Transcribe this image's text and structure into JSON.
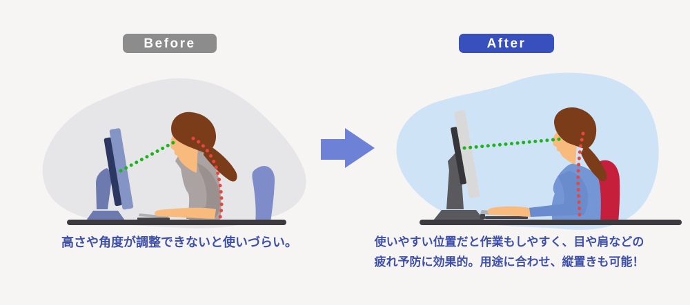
{
  "before": {
    "badge_label": "Before",
    "caption": "高さや角度が調整できないと使いづらい。"
  },
  "after": {
    "badge_label": "After",
    "caption_line1": "使いやすい位置だと作業もしやすく、目や肩などの",
    "caption_line2": "疲れ予防に効果的。用途に合わせ、縦置きも可能！"
  },
  "icons": {
    "arrow": "right-arrow-icon"
  },
  "colors": {
    "page_bg": "#f6f5f4",
    "before_badge_bg": "#8c8c8c",
    "after_badge_bg": "#3750bd",
    "badge_text": "#ffffff",
    "caption_text": "#3e4fa9",
    "arrow": "#6d82d6",
    "blob_before": "#e6e5e8",
    "blob_after": "#cfe3f7",
    "desk": "#3c3a3e",
    "skin": "#f9bb7d",
    "hair": "#7b3c1a",
    "shirt_before": "#aba3a1",
    "sleeve_before": "#9a908e",
    "chair_before": "#7e8cc9",
    "shirt_after": "#7496d5",
    "sleeve_after": "#6a8ccd",
    "chair_after": "#c51f3c",
    "monitor_stand_before": "#6d7ab0",
    "monitor_back_before": "#2c3862",
    "monitor_screen_before": "#8494c4",
    "monitor_stand_after": "#5a5a5e",
    "monitor_back_after": "#35353a",
    "monitor_screen_after": "#d9d9d9",
    "keyboard_top": "#b0b0b3",
    "keyboard_base": "#47474b",
    "gaze_dots": "#1eb41e",
    "spine_dots": "#e8473d"
  }
}
